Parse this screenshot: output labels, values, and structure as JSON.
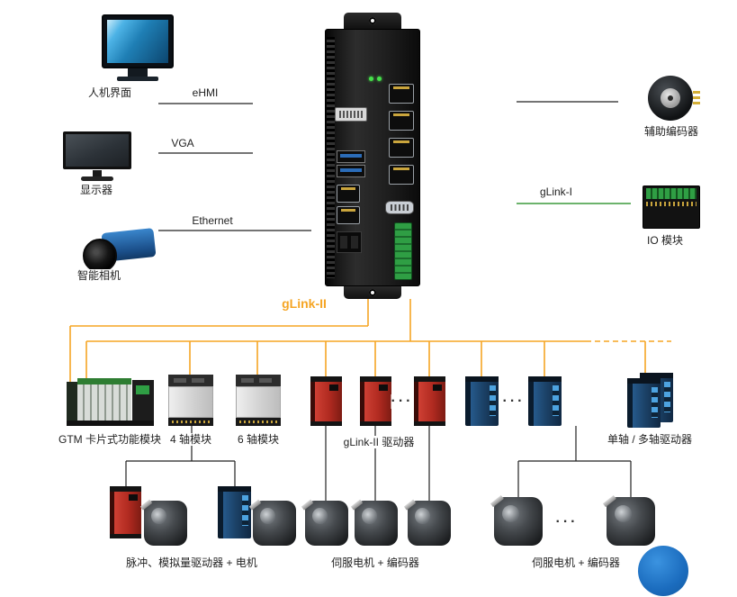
{
  "colors": {
    "glink2_orange": "#F5A524",
    "glink1_green": "#3C9A3C",
    "connector_black": "#222222",
    "highlight_circle_blue": "#1B6FC8"
  },
  "peripherals": {
    "hmi_label": "人机界面",
    "hmi_link": "eHMI",
    "display_label": "显示器",
    "display_link": "VGA",
    "camera_label": "智能相机",
    "camera_link": "Ethernet",
    "encoder_label": "辅助编码器",
    "io_link": "gLink-I",
    "io_label": "IO 模块"
  },
  "bus_label": "gLink-II",
  "module_labels": {
    "gtm": "GTM 卡片式功能模块",
    "axis4": "4 轴模块",
    "axis6": "6 轴模块",
    "glink2_drives": "gLink-II 驱动器",
    "single_multi_drives": "单轴 / 多轴驱动器"
  },
  "bottom_labels": {
    "pulse_analog": "脉冲、模拟量驱动器 + 电机",
    "servo_mid": "伺服电机 + 编码器",
    "servo_right": "伺服电机 + 编码器"
  },
  "ellipsis": "···"
}
